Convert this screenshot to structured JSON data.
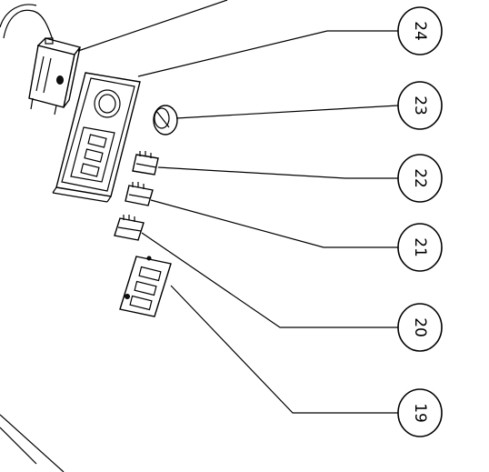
{
  "diagram": {
    "callouts": [
      {
        "id": "c24",
        "label": "24"
      },
      {
        "id": "c23",
        "label": "23"
      },
      {
        "id": "c22",
        "label": "22"
      },
      {
        "id": "c21",
        "label": "21"
      },
      {
        "id": "c20",
        "label": "20"
      },
      {
        "id": "c19",
        "label": "19"
      }
    ]
  }
}
